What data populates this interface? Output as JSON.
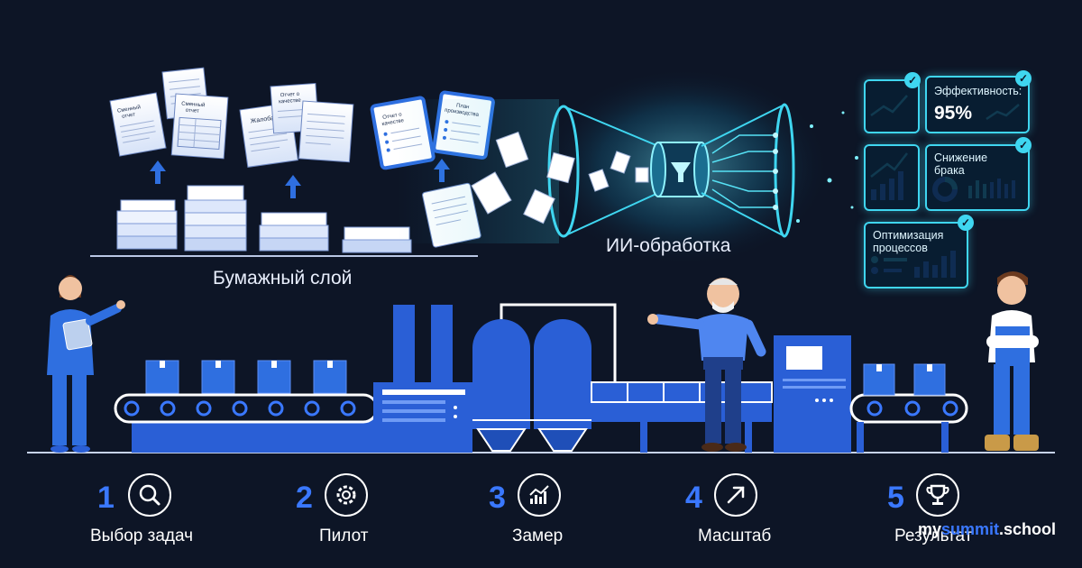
{
  "sections": {
    "paper_layer": "Бумажный слой",
    "ai_processing": "ИИ-обработка"
  },
  "documents": {
    "shift_report": "Сменный отчет",
    "complaint": "Жалоба",
    "quality_report": "Отчет о качестве",
    "production_plan": "План производства"
  },
  "metrics": {
    "efficiency_title": "Эффективность:",
    "efficiency_value": "95%",
    "defects_title": "Снижение брака",
    "optimization_title": "Оптимизация процессов"
  },
  "steps": [
    {
      "number": "1",
      "label": "Выбор задач",
      "icon": "search-icon"
    },
    {
      "number": "2",
      "label": "Пилот",
      "icon": "gear-icon"
    },
    {
      "number": "3",
      "label": "Замер",
      "icon": "growth-chart-icon"
    },
    {
      "number": "4",
      "label": "Масштаб",
      "icon": "arrow-up-right-icon"
    },
    {
      "number": "5",
      "label": "Результат",
      "icon": "trophy-icon"
    }
  ],
  "logo": {
    "part1": "my",
    "part2": "summit",
    "part3": ".school"
  },
  "colors": {
    "background": "#0d1526",
    "accent_blue": "#3a78ff",
    "accent_cyan": "#3fd6f0",
    "machine_blue": "#2a5fd6"
  }
}
